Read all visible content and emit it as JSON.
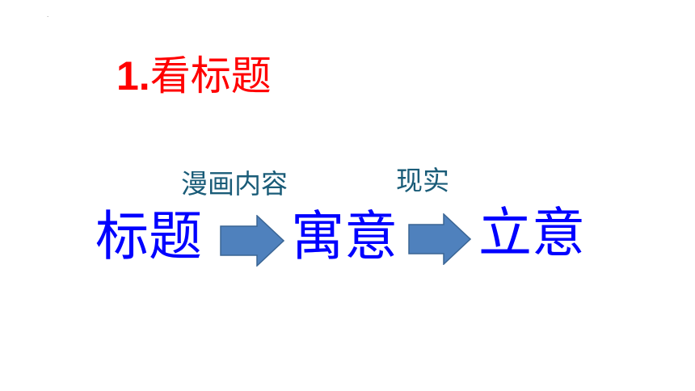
{
  "slide": {
    "corner_mark": ".",
    "heading": {
      "number": "1.",
      "text": "看标题"
    },
    "flow": {
      "captions": [
        "漫画内容",
        "现实"
      ],
      "terms": [
        "标题",
        "寓意",
        "立意"
      ]
    },
    "colors": {
      "heading": "#ff0000",
      "caption": "#1a5c78",
      "term": "#0000ff",
      "arrow_fill": "#4f81bd",
      "arrow_stroke": "#3a6594"
    }
  }
}
